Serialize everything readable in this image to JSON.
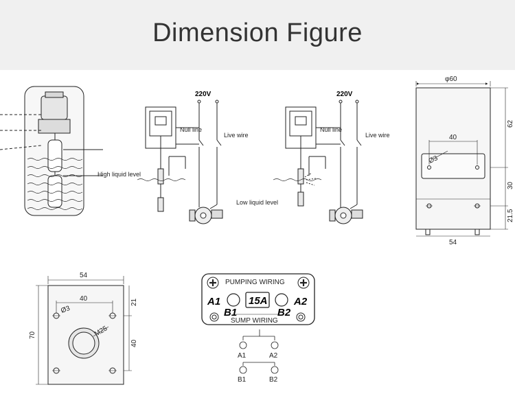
{
  "header": {
    "title": "Dimension Figure"
  },
  "float_diagrams": {
    "voltage": "220V",
    "null_line": "Null line",
    "live_wire": "Live wire",
    "high_level": "High liquid level",
    "low_level": "Low liquid level"
  },
  "side_view": {
    "diameter": "φ60",
    "height_top": "62",
    "hole_spacing": "40",
    "hole_dia": "Ø3",
    "height_mid": "30",
    "height_bottom": "21.5",
    "width": "54"
  },
  "front_view": {
    "width": "54",
    "hole_spacing": "40",
    "hole_dia": "Ø3",
    "height": "70",
    "top_offset": "21",
    "vert_spacing": "40",
    "thread": "M25"
  },
  "wiring_plate": {
    "pumping": "PUMPING WIRING",
    "sump": "SUMP WIRING",
    "a1": "A1",
    "a2": "A2",
    "b1": "B1",
    "b2": "B2",
    "rating": "15A"
  },
  "terminals": {
    "a1": "A1",
    "a2": "A2",
    "b1": "B1",
    "b2": "B2"
  }
}
